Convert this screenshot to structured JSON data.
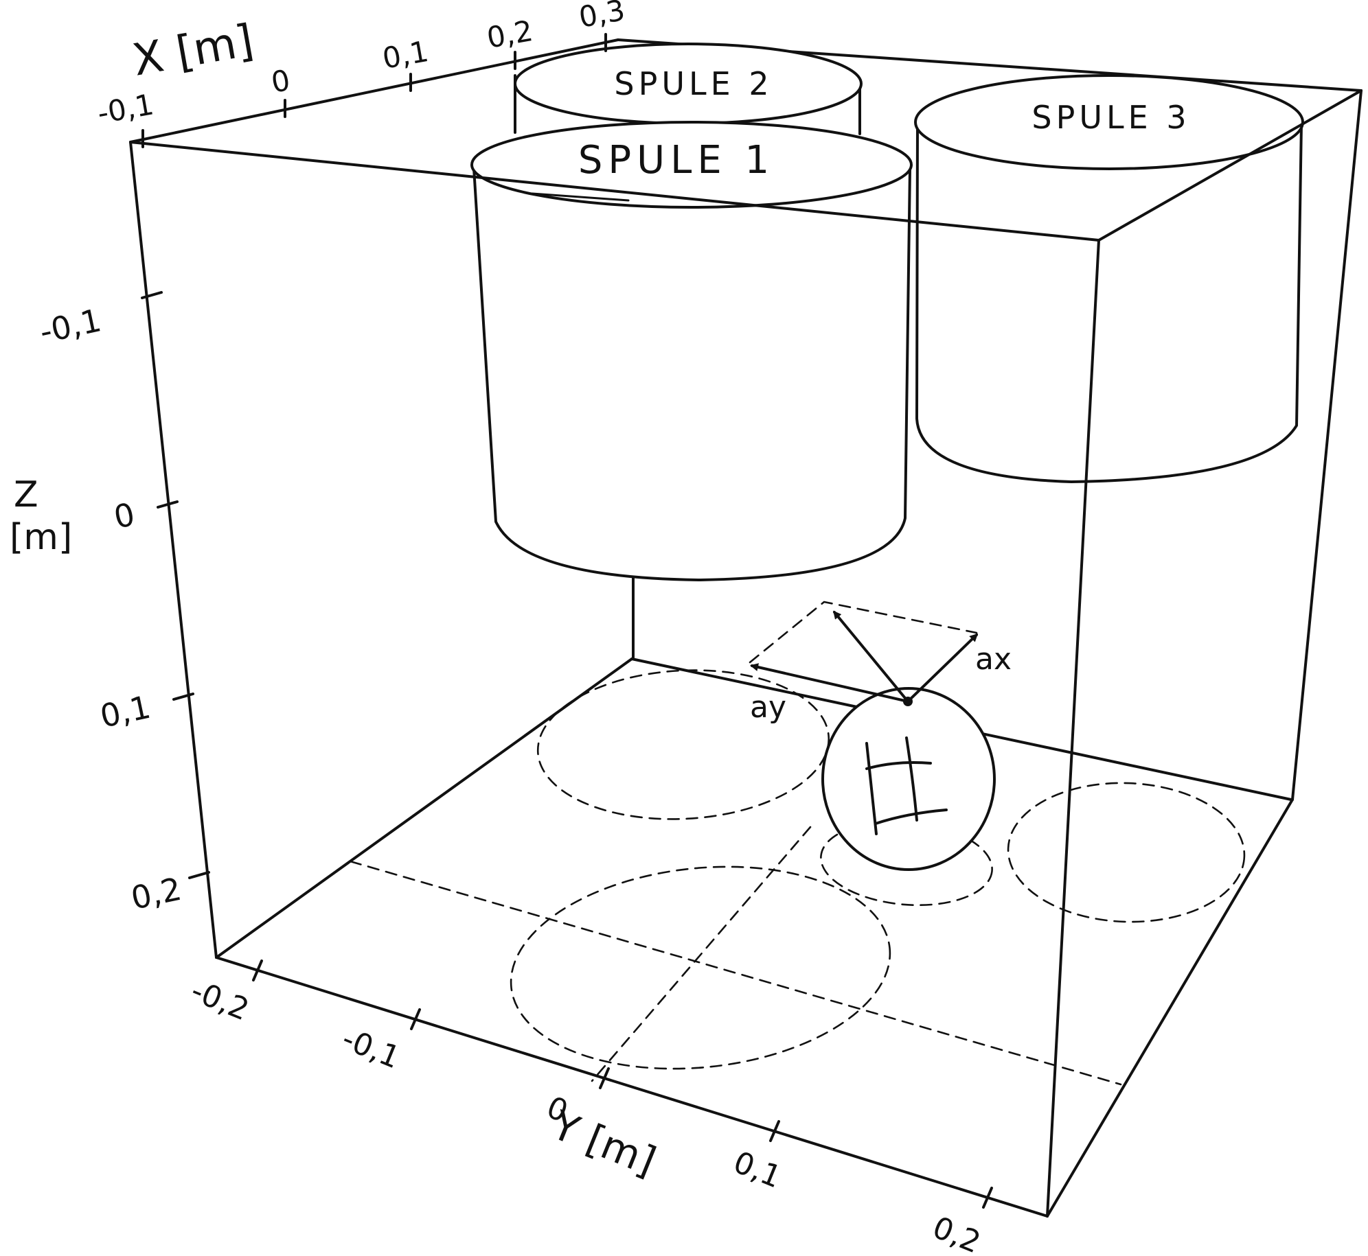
{
  "diagram": {
    "ink_color": "#111111",
    "axes": {
      "x": {
        "label": "X [m]",
        "ticks": [
          "-0,1",
          "0",
          "0,1",
          "0,2",
          "0,3"
        ]
      },
      "y": {
        "label": "Y [m]",
        "ticks": [
          "-0,2",
          "-0,1",
          "0",
          "0,1",
          "0,2"
        ]
      },
      "z": {
        "label_line1": "Z",
        "label_line2": "[m]",
        "ticks": [
          "-0,1",
          "0",
          "0,1",
          "0,2"
        ]
      }
    },
    "coils": [
      {
        "label": "SPULE 1"
      },
      {
        "label": "SPULE 2"
      },
      {
        "label": "SPULE 3"
      }
    ],
    "vectors": {
      "ax_label": "ax",
      "ay_label": "ay"
    }
  }
}
